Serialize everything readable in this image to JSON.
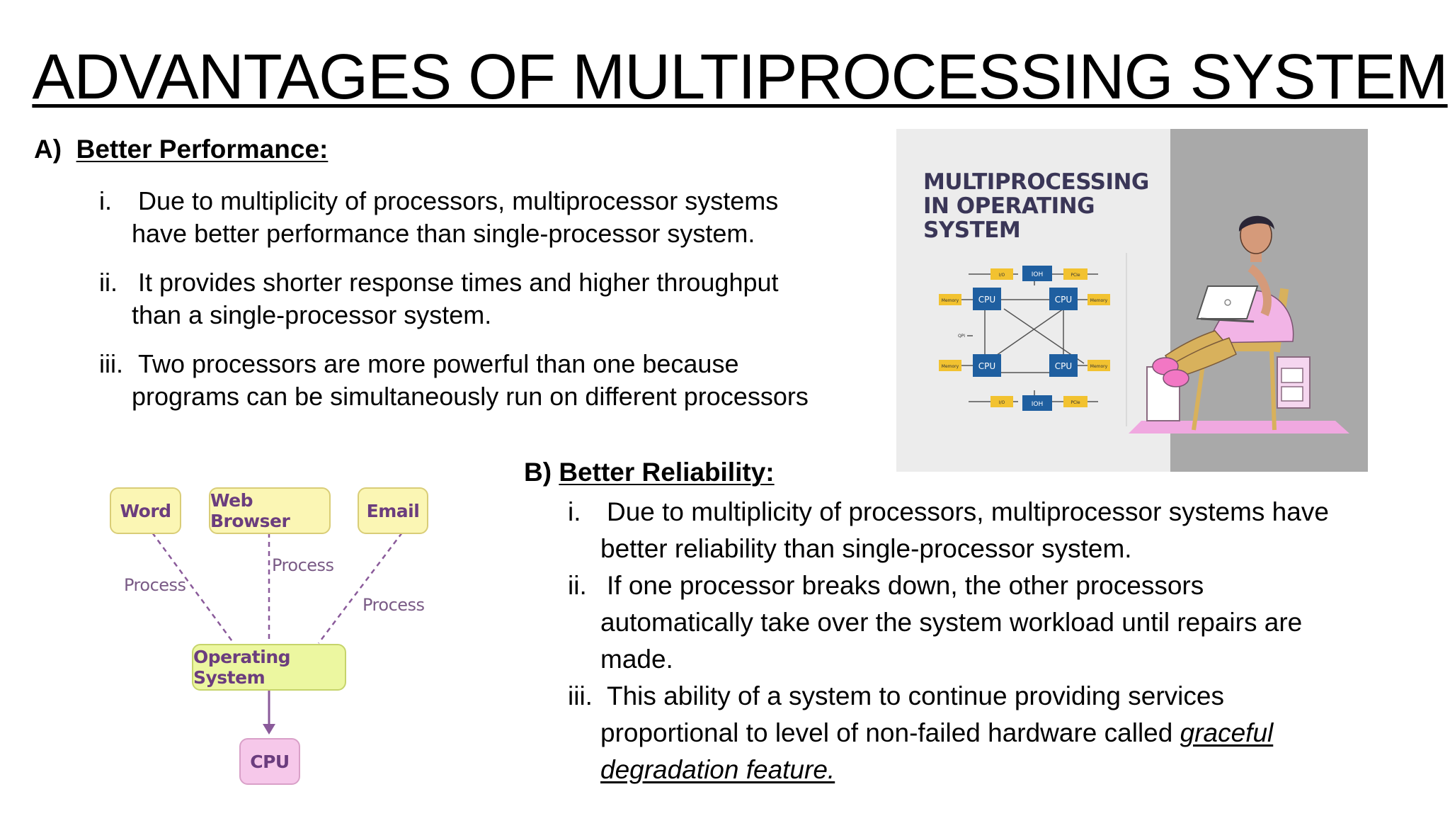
{
  "title": "ADVANTAGES OF MULTIPROCESSING SYSTEM",
  "section_a": {
    "label": "A)",
    "heading": "Better Performance:",
    "items": [
      {
        "num": "i.",
        "lines": [
          "Due to multiplicity of processors, multiprocessor systems",
          "have better performance than single-processor system."
        ]
      },
      {
        "num": "ii.",
        "lines": [
          "It provides shorter response times and higher throughput",
          "than a single-processor system."
        ]
      },
      {
        "num": "iii.",
        "lines": [
          "Two processors are more powerful than one because",
          "programs can be simultaneously run on different processors"
        ]
      }
    ]
  },
  "section_b": {
    "label": "B)",
    "heading": "Better Reliability:",
    "items": [
      {
        "num": "i.",
        "lines": [
          "Due to multiplicity of processors, multiprocessor systems have",
          "better reliability than single-processor system."
        ]
      },
      {
        "num": "ii.",
        "lines": [
          "If one processor breaks down, the other processors",
          "automatically take over the system workload until repairs are",
          "made."
        ]
      },
      {
        "num": "iii.",
        "lines": [
          "This ability of a system to continue providing services",
          "proportional to level of non-failed hardware called "
        ],
        "emphasis": [
          "graceful",
          "degradation feature."
        ]
      }
    ]
  },
  "illustration": {
    "title_lines": [
      "MULTIPROCESSING",
      "IN OPERATING",
      "SYSTEM"
    ],
    "cpu_label": "CPU",
    "ioh_label": "IOH",
    "io_label": "I/O",
    "pcie_label": "PCIe",
    "memory_label": "Memory",
    "qpi_label": "QPI"
  },
  "diagram": {
    "apps": [
      "Word",
      "Web Browser",
      "Email"
    ],
    "edge_label": "Process",
    "os": "Operating System",
    "cpu": "CPU"
  },
  "colors": {
    "chip_blue": "#1f5fa0",
    "chip_yellow": "#f2c230",
    "illus_title": "#3a3657",
    "diagram_text": "#6b3d7e",
    "diagram_line": "#8a5a9a"
  }
}
